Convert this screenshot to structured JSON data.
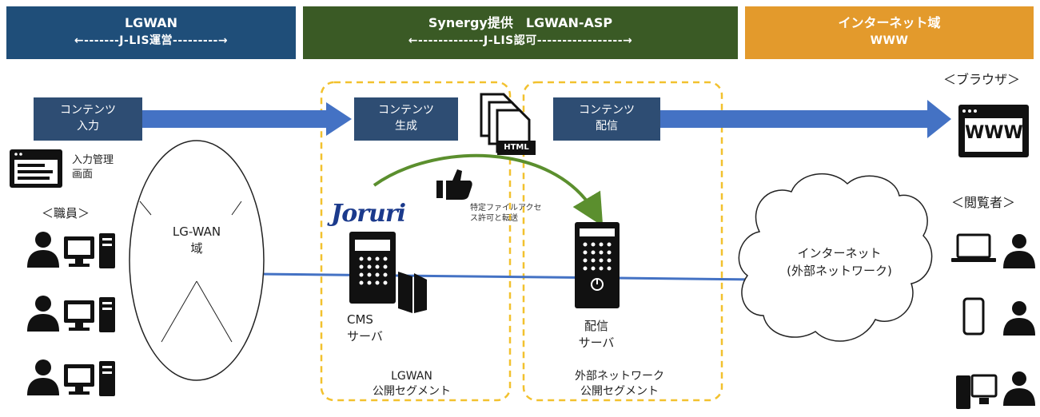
{
  "bands": {
    "lgwan": {
      "title": "LGWAN",
      "sub": "←-------J-LIS運営---------→",
      "color": "#1f4e79"
    },
    "asp": {
      "title": "Synergy提供　LGWAN-ASP",
      "sub": "←-------------J-LIS認可-----------------→",
      "color": "#3a5a25"
    },
    "internet": {
      "title": "インターネット域",
      "sub": "WWW",
      "color": "#e39a2c"
    }
  },
  "boxes": {
    "input": [
      "コンテンツ",
      "入力"
    ],
    "generate": [
      "コンテンツ",
      "生成"
    ],
    "deliver": [
      "コンテンツ",
      "配信"
    ]
  },
  "labels": {
    "admin": [
      "入力管理",
      "画面"
    ],
    "staff": "＜職員＞",
    "lgwan_area": [
      "LG-WAN",
      "域"
    ],
    "browser": "＜ブラウザ＞",
    "viewer": "＜閲覧者＞",
    "joruri": "Joruri",
    "permit": [
      "特定ファイルアクセ",
      "ス許可と転送"
    ],
    "html_tag": "HTML",
    "www": "WWW",
    "cms": [
      "CMS",
      "サーバ"
    ],
    "delivery_server": [
      "配信",
      "サーバ"
    ],
    "seg_lgwan": [
      "LGWAN",
      "公開セグメント"
    ],
    "seg_ext": [
      "外部ネットワーク",
      "公開セグメント"
    ],
    "internet_cloud": [
      "インターネット",
      "(外部ネットワーク)"
    ]
  },
  "colors": {
    "arrow": "#4472c4",
    "dash": "#f2c12e",
    "curve": "#5b8f2e",
    "line": "#4472c4",
    "dark": "#111111",
    "navy": "#2e4d73"
  }
}
